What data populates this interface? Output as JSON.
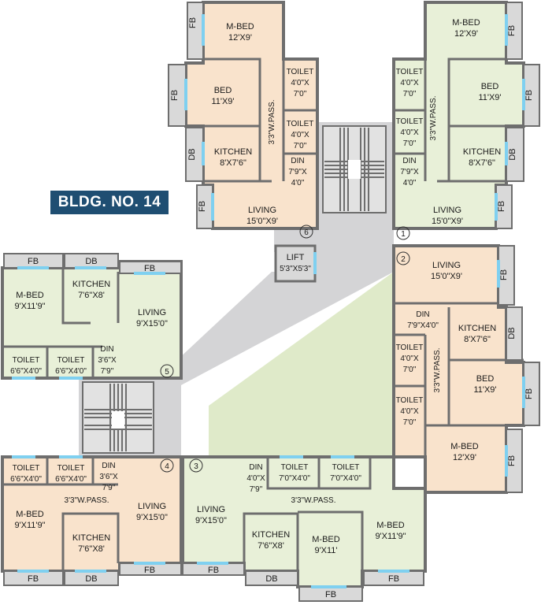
{
  "title": "BLDG. NO. 14",
  "colors": {
    "orange_unit": "#f9e3cc",
    "green_unit": "#e8f0d8",
    "wall": "#6e6e6e",
    "corridor": "#d4d4d6",
    "garden": "#dfeac9",
    "window": "#7fd0f0",
    "title_bg": "#1f4e72"
  },
  "labels": {
    "mbed": "M-BED",
    "bed": "BED",
    "kitchen": "KITCHEN",
    "living": "LIVING",
    "toilet": "TOILET",
    "din": "DIN",
    "lift": "LIFT",
    "fb": "FB",
    "db": "DB",
    "wpass": "3'3\"W.PASS."
  },
  "dims": {
    "u6_mbed": "12'X9'",
    "u6_bed": "11'X9'",
    "u6_kitchen": "8'X7'6\"",
    "u6_toilet_a1": "4'0\"X",
    "u6_toilet_a2": "7'0\"",
    "u6_toilet_b1": "4'0\"X",
    "u6_toilet_b2": "7'0\"",
    "u6_din1": "7'9\"X",
    "u6_din2": "4'0\"",
    "u6_living": "15'0\"X9'",
    "u1_mbed": "12'X9'",
    "u1_bed": "11'X9'",
    "u1_kitchen": "8'X7'6\"",
    "u1_toilet_a1": "4'0\"X",
    "u1_toilet_a2": "7'0\"",
    "u1_toilet_b1": "4'0\"X",
    "u1_toilet_b2": "7'0\"",
    "u1_din1": "7'9\"X",
    "u1_din2": "4'0\"",
    "u1_living": "15'0\"X9'",
    "lift": "5'3\"X5'3\"",
    "u2_living": "15'0\"X9'",
    "u2_din": "7'9\"X4'0\"",
    "u2_kitchen": "8'X7'6\"",
    "u2_toilet_a1": "4'0\"X",
    "u2_toilet_a2": "7'0\"",
    "u2_toilet_b1": "4'0\"X",
    "u2_toilet_b2": "7'0\"",
    "u2_bed": "11'X9'",
    "u2_mbed": "12'X9'",
    "u5_mbed": "9'X11'9\"",
    "u5_kitchen": "7'6\"X8'",
    "u5_living": "9'X15'0\"",
    "u5_toilet_a": "6'6\"X4'0\"",
    "u5_toilet_b": "6'6\"X4'0\"",
    "u5_din1": "3'6\"X",
    "u5_din2": "7'9\"",
    "u4_toilet_a": "6'6\"X4'0\"",
    "u4_toilet_b": "6'6\"X4'0\"",
    "u4_din1": "3'6\"X",
    "u4_din2": "7'9\"",
    "u4_mbed": "9'X11'9\"",
    "u4_kitchen": "7'6\"X8'",
    "u4_living": "9'X15'0\"",
    "u3_living": "9'X15'0\"",
    "u3_din1": "4'0\"X",
    "u3_din2": "7'9\"",
    "u3_toilet_a": "7'0\"X4'0\"",
    "u3_toilet_b": "7'0\"X4'0\"",
    "u3_kitchen": "7'6\"X8'",
    "u3_mbed_a": "9'X11'",
    "u3_mbed_b": "9'X11'9\""
  },
  "unit_numbers": [
    "1",
    "2",
    "3",
    "4",
    "5",
    "6"
  ]
}
